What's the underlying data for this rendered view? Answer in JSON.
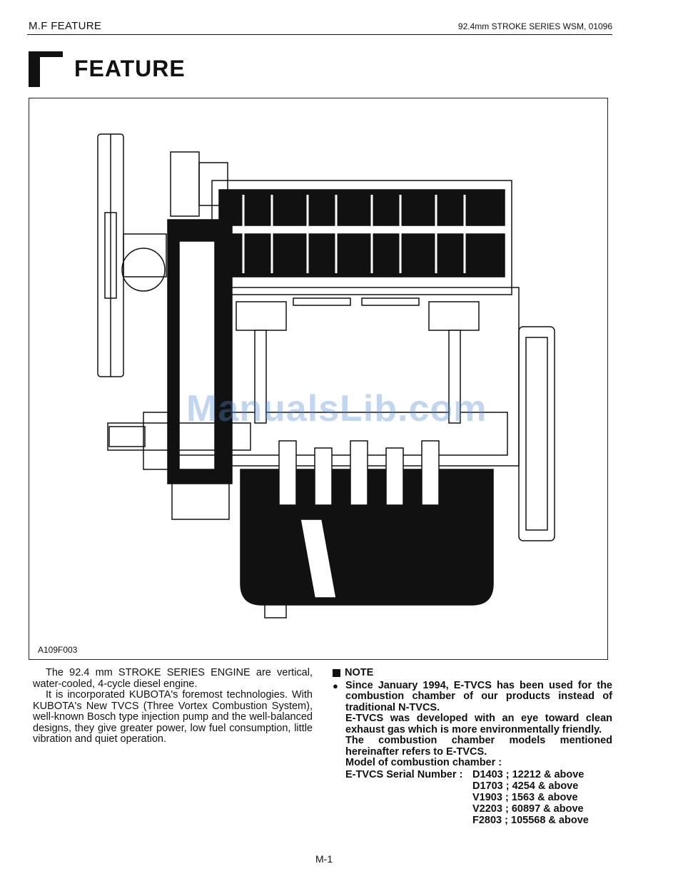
{
  "header": {
    "section": "M.F FEATURE",
    "series": "92.4mm STROKE SERIES  WSM, 01096"
  },
  "title": "FEATURE",
  "figure": {
    "code": "A109F003",
    "watermark": "ManualsLib.com"
  },
  "intro": {
    "p1": "The 92.4 mm STROKE SERIES ENGINE are vertical, water-cooled, 4-cycle diesel engine.",
    "p2": "It is incorporated KUBOTA's foremost technologies. With KUBOTA's New TVCS (Three Vortex Combustion System), well-known Bosch type injection pump and the well-balanced designs, they give greater power, low fuel consumption, little vibration and quiet operation."
  },
  "note": {
    "heading": "NOTE",
    "text1": "Since January 1994, E-TVCS has been used for the combustion chamber of our products instead of traditional N-TVCS.",
    "text2": "E-TVCS was developed with an eye toward clean exhaust gas which is more environmentally friendly.",
    "text3": "The combustion chamber models mentioned hereinafter refers to E-TVCS.",
    "model_label": "Model of combustion chamber :",
    "serial_label": "E-TVCS Serial Number :",
    "serials": [
      "D1403 ; 12212 & above",
      "D1703 ; 4254 & above",
      "V1903 ; 1563 & above",
      "V2203 ; 60897 & above",
      "F2803 ; 105568 & above"
    ]
  },
  "page_number": "M-1"
}
